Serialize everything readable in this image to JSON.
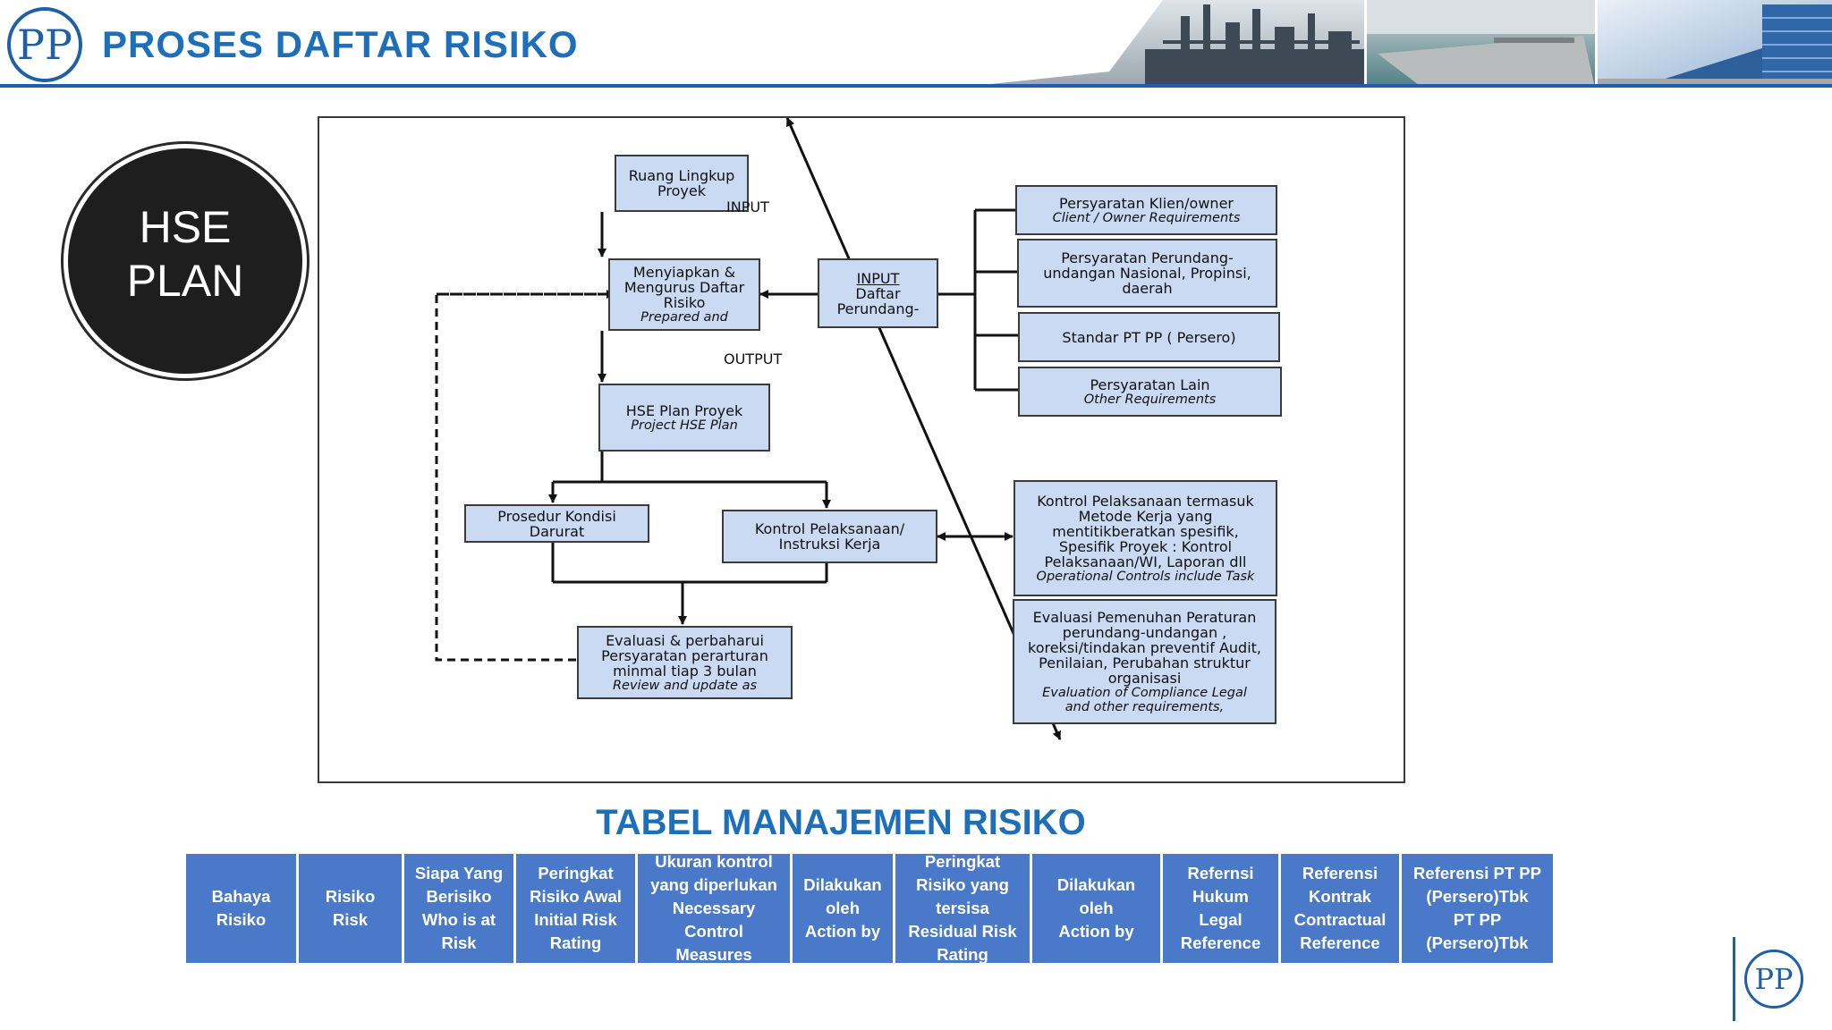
{
  "header": {
    "logo_text": "PP",
    "title": "PROSES DAFTAR RISIKO"
  },
  "badge": {
    "line1": "HSE",
    "line2": "PLAN"
  },
  "flowchart": {
    "ruang_lingkup": [
      "Ruang Lingkup",
      "Proyek"
    ],
    "input_label_1": "INPUT",
    "menyiapkan": [
      "Menyiapkan &",
      "Mengurus Daftar",
      "Risiko"
    ],
    "menyiapkan_en": "Prepared and",
    "input_box": [
      "INPUT",
      "Daftar",
      "Perundang-"
    ],
    "output_label": "OUTPUT",
    "hse_plan": "HSE Plan Proyek",
    "hse_plan_en": "Project HSE Plan",
    "prosedur": [
      "Prosedur Kondisi",
      "Darurat"
    ],
    "kontrol": [
      "Kontrol Pelaksanaan/",
      "Instruksi Kerja"
    ],
    "evaluasi": [
      "Evaluasi & perbaharui",
      "Persyaratan perarturan",
      "minmal tiap 3 bulan"
    ],
    "evaluasi_en": "Review and update as",
    "req_klien": "Persyaratan Klien/owner",
    "req_klien_en": "Client / Owner Requirements",
    "req_perundang": [
      "Persyaratan Perundang-",
      "undangan Nasional, Propinsi,",
      "daerah"
    ],
    "req_standar": "Standar PT PP ( Persero)",
    "req_lain": "Persyaratan Lain",
    "req_lain_en": "Other Requirements",
    "kontrol_desc": [
      "Kontrol Pelaksanaan termasuk",
      "Metode Kerja yang",
      "mentitikberatkan spesifik,",
      "Spesifik Proyek : Kontrol",
      "Pelaksanaan/WI, Laporan dll"
    ],
    "kontrol_desc_en": "Operational Controls include Task",
    "evaluasi_desc": [
      "Evaluasi Pemenuhan Peraturan",
      "perundang-undangan ,",
      "koreksi/tindakan preventif Audit,",
      "Penilaian, Perubahan struktur",
      "organisasi"
    ],
    "evaluasi_desc_en": [
      "Evaluation of Compliance Legal",
      "and other requirements,"
    ]
  },
  "table": {
    "title": "TABEL MANAJEMEN RISIKO",
    "headers": [
      [
        "Bahaya",
        "Risiko"
      ],
      [
        "Risiko",
        "Risk"
      ],
      [
        "Siapa Yang",
        "Berisiko",
        "Who is at",
        "Risk"
      ],
      [
        "Peringkat",
        "Risiko Awal",
        "Initial Risk",
        "Rating"
      ],
      [
        "Ukuran kontrol",
        "yang diperlukan",
        "Necessary",
        "Control",
        "Measures"
      ],
      [
        "Dilakukan",
        "oleh",
        "Action by"
      ],
      [
        "Peringkat",
        "Risiko yang",
        "tersisa",
        "Residual Risk",
        "Rating"
      ],
      [
        "Dilakukan",
        "oleh",
        "Action by"
      ],
      [
        "Refernsi",
        "Hukum",
        "Legal",
        "Reference"
      ],
      [
        "Referensi",
        "Kontrak",
        "Contractual",
        "Reference"
      ],
      [
        "Referensi PT PP",
        "(Persero)Tbk",
        "PT PP",
        "(Persero)Tbk"
      ]
    ]
  },
  "colors": {
    "brand_blue": "#1f5fa8",
    "title_blue": "#1d6fba",
    "box_fill": "#c9daf2",
    "table_header": "#4a79c9"
  },
  "footer": {
    "logo_text": "PP"
  }
}
